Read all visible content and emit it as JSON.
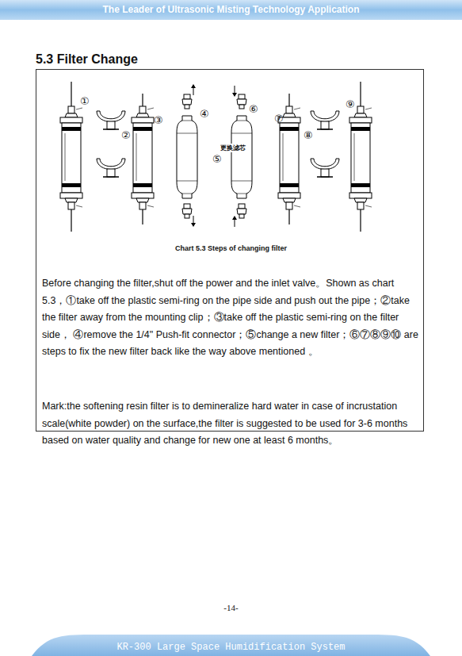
{
  "diagram": {
    "title": "5.3 Filter Change",
    "caption": "Chart 5.3 Steps of changing filter",
    "labels": [
      "The Leader of Ultrasonic Misting Technology Application",
      "①",
      "②",
      "③",
      "④",
      "⑥",
      "⑦",
      "⑧",
      "⑨",
      "更换滤芯",
      "⑤",
      "Before changing the filter,shut off the power and the inlet valve。Shown as chart 5.3，①take off the plastic semi-ring on the pipe side and push out the pipe；②take the filter away from the mounting clip；③take off the plastic semi-ring on the filter side， ④remove the 1/4\" Push-fit connector；⑤change a new filter；⑥⑦⑧⑨⑩ are steps to fix the new filter back like the way above mentioned 。",
      "Mark:the softening resin filter is to demineralize hard water in case of incrustation scale(white powder) on the surface,the filter is suggested to be used for 3-6 months based on water quality and change for new one at least 6 months。",
      "-14-",
      "KR-300 Large Space Humidification System"
    ]
  }
}
